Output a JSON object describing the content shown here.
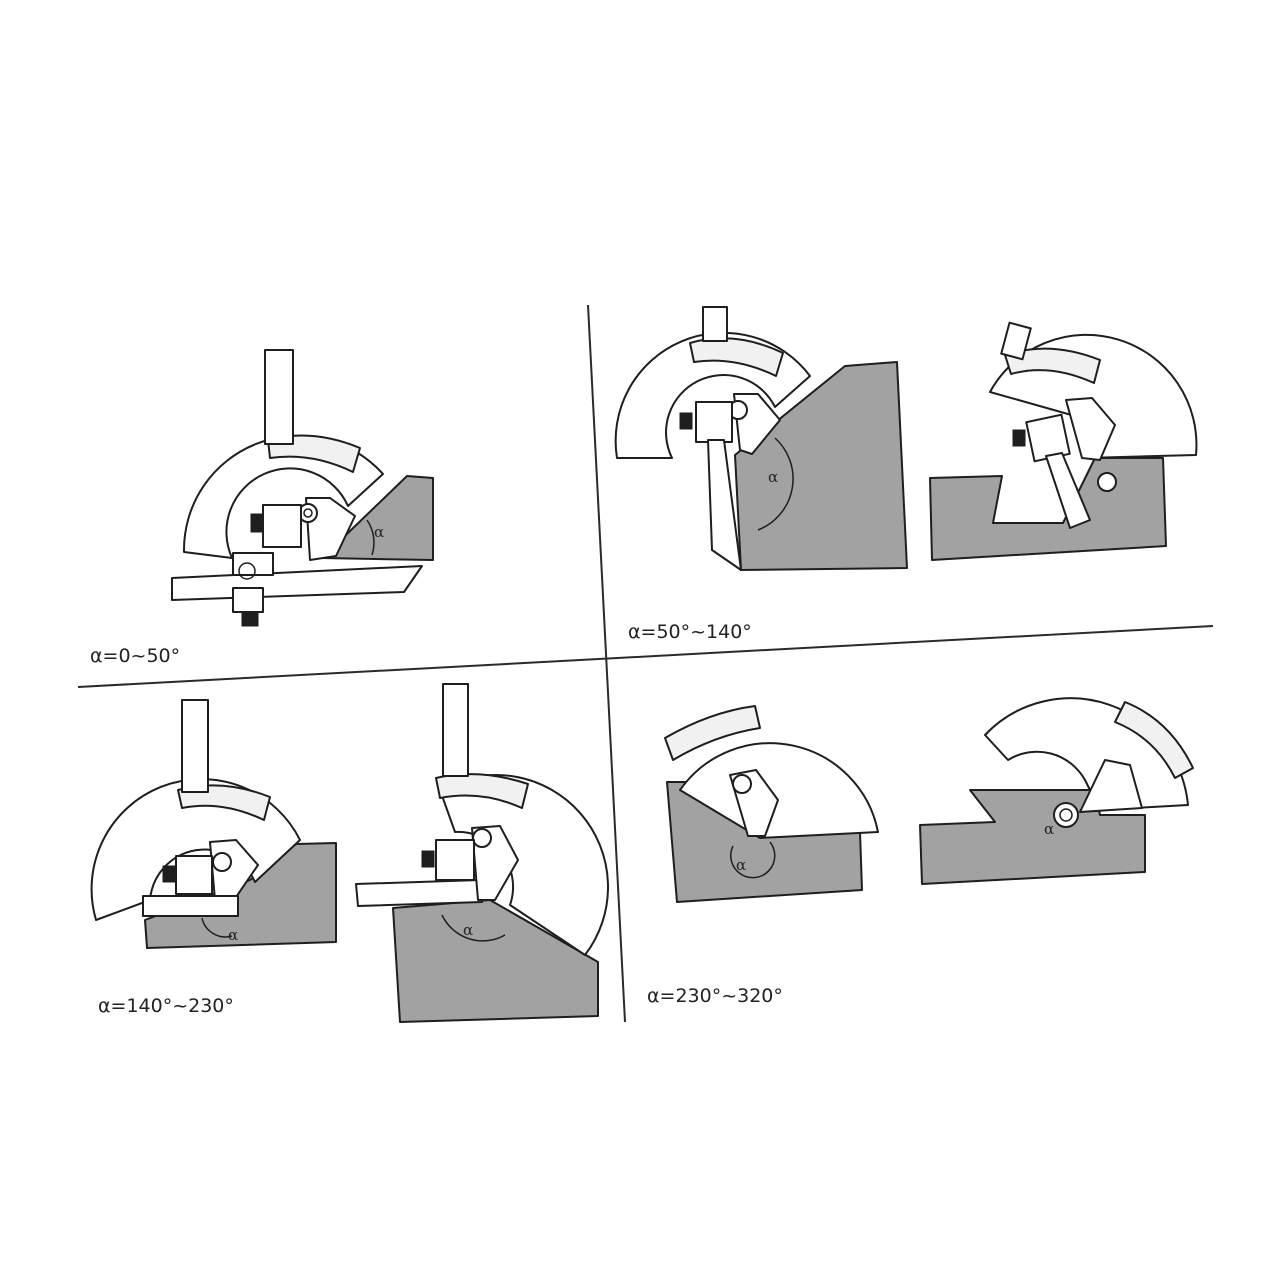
{
  "alpha_symbol": "α",
  "panels": [
    {
      "id": "panel-1",
      "caption": "α=0~50°"
    },
    {
      "id": "panel-2",
      "caption": "α=50°~140°"
    },
    {
      "id": "panel-3",
      "caption": "α=140°~230°"
    },
    {
      "id": "panel-4",
      "caption": "α=230°~320°"
    }
  ]
}
